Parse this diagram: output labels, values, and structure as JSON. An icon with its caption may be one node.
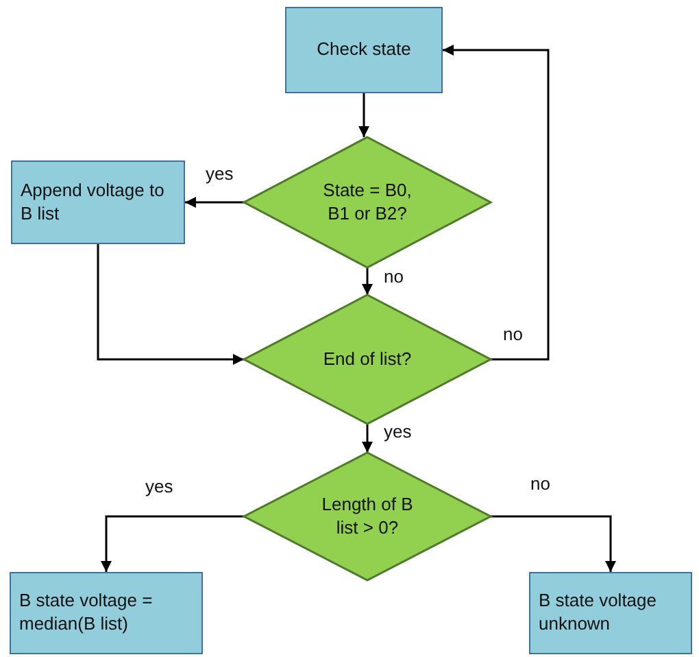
{
  "diagram": {
    "nodes": [
      {
        "text": [
          "Check state"
        ]
      },
      {
        "text": [
          "State = B0, B1 or B2?"
        ]
      },
      {
        "text": [
          "Append voltage to B list"
        ]
      },
      {
        "text": [
          "End of list?"
        ]
      },
      {
        "text": [
          "Length of B list > 0?"
        ]
      },
      {
        "text": [
          "B state voltage = median(B list)"
        ]
      },
      {
        "text": [
          "B state voltage unknown"
        ]
      }
    ],
    "edges": [
      {
        "from": 0,
        "to": 1,
        "arrow": "to"
      },
      {
        "from": 1,
        "to": 2,
        "arrow": "to",
        "label": "yes"
      },
      {
        "from": 1,
        "to": 3,
        "arrow": "to",
        "label": "no"
      },
      {
        "from": 2,
        "to": 3,
        "arrow": "to"
      },
      {
        "from": 3,
        "to": 0,
        "arrow": "to",
        "label": "no"
      },
      {
        "from": 3,
        "to": 4,
        "arrow": "to",
        "label": "yes"
      },
      {
        "from": 4,
        "to": 5,
        "arrow": "to",
        "label": "yes"
      },
      {
        "from": 4,
        "to": 6,
        "arrow": "to",
        "label": "no"
      }
    ]
  }
}
